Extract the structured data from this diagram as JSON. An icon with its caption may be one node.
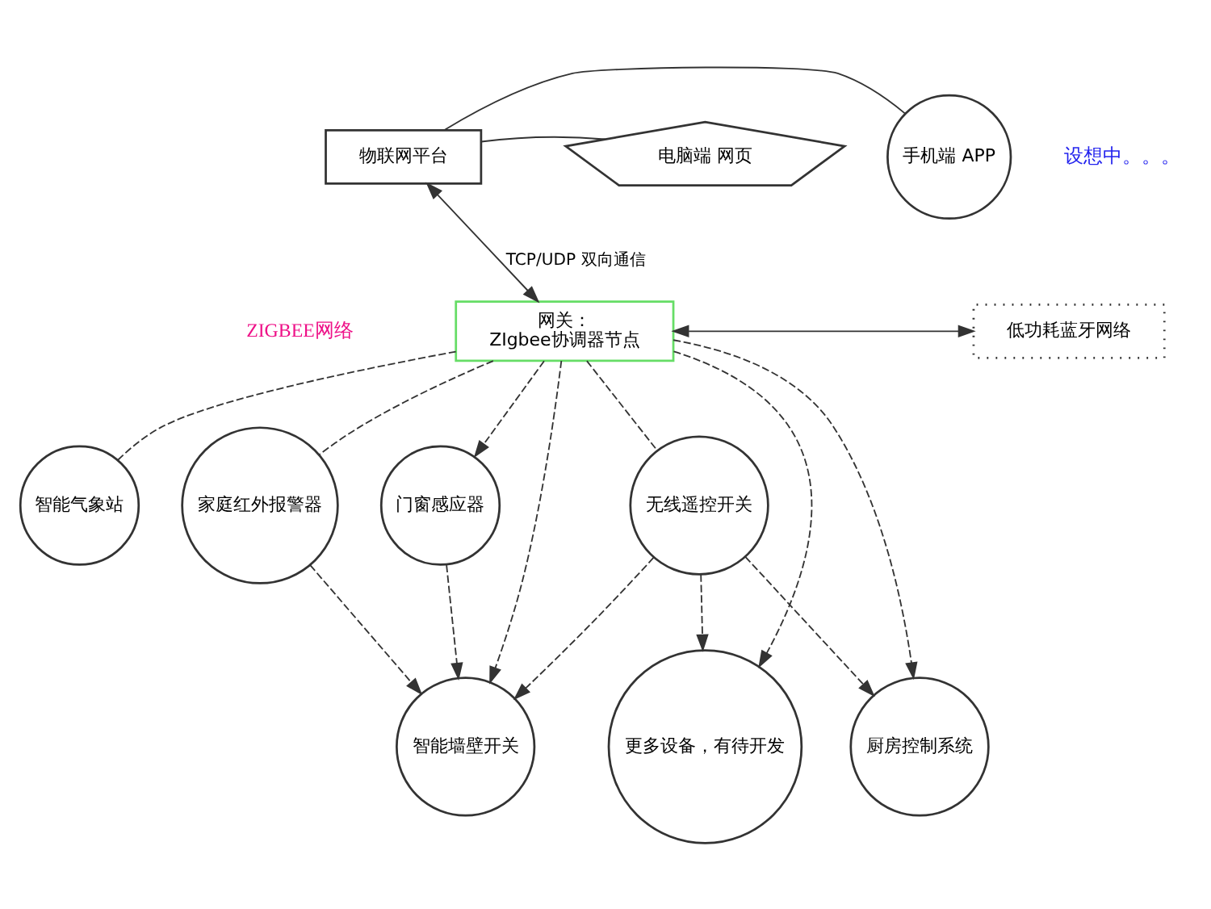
{
  "diagram": {
    "nodes": [
      {
        "text": [
          "物联网平台"
        ]
      },
      {
        "text": [
          "手机端 APP"
        ]
      },
      {
        "text": [
          "电脑端 网页"
        ]
      },
      {
        "text": [
          "网关：",
          "ZIgbee协调器节点"
        ]
      },
      {
        "text": [
          "低功耗蓝牙网络"
        ]
      },
      {
        "text": [
          "智能气象站"
        ]
      },
      {
        "text": [
          "智能墙壁开关"
        ]
      },
      {
        "text": [
          "无线遥控开关"
        ]
      },
      {
        "text": [
          "家庭红外报警器"
        ]
      },
      {
        "text": [
          "门窗感应器"
        ]
      },
      {
        "text": [
          "厨房控制系统"
        ]
      },
      {
        "text": [
          "更多设备，有待开发"
        ]
      }
    ],
    "edges": [
      {
        "from": 0,
        "to": 1,
        "arrow": "none"
      },
      {
        "from": 0,
        "to": 2,
        "arrow": "none"
      },
      {
        "from": 0,
        "to": 3,
        "arrow": "both",
        "label": "TCP/UDP 双向通信"
      },
      {
        "from": 3,
        "to": 4,
        "arrow": "both"
      },
      {
        "from": 3,
        "to": 5,
        "arrow": "none",
        "style": "dashed"
      },
      {
        "from": 3,
        "to": 6,
        "arrow": "to",
        "style": "dashed"
      },
      {
        "from": 3,
        "to": 7,
        "arrow": "none",
        "style": "dashed"
      },
      {
        "from": 3,
        "to": 8,
        "arrow": "none",
        "style": "dashed"
      },
      {
        "from": 3,
        "to": 9,
        "arrow": "to",
        "style": "dashed"
      },
      {
        "from": 3,
        "to": 10,
        "arrow": "to",
        "style": "dashed"
      },
      {
        "from": 3,
        "to": 11,
        "arrow": "to",
        "style": "dashed"
      },
      {
        "from": 7,
        "to": 6,
        "arrow": "to",
        "style": "dashed"
      },
      {
        "from": 8,
        "to": 6,
        "arrow": "to",
        "style": "dashed"
      },
      {
        "from": 9,
        "to": 6,
        "arrow": "to",
        "style": "dashed"
      },
      {
        "from": 7,
        "to": 10,
        "arrow": "to",
        "style": "dashed"
      },
      {
        "from": 7,
        "to": 11,
        "arrow": "to",
        "style": "dashed"
      }
    ],
    "labels": [
      "设想中。。。",
      "ZIGBEE网络"
    ]
  }
}
